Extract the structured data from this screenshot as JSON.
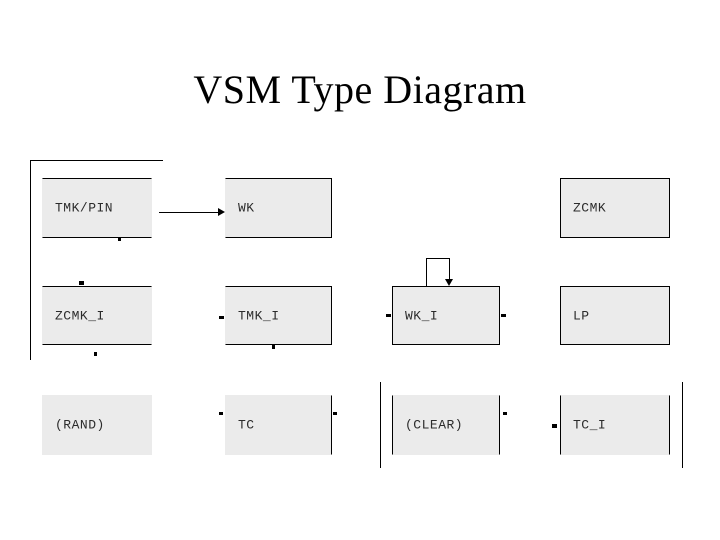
{
  "slide": {
    "title": "VSM Type Diagram",
    "background_color": "#ffffff",
    "title_color": "#000000"
  },
  "diagram": {
    "node_fill": "#ebebeb",
    "node_border_color": "#000000",
    "node_text_color": "#2b2b2b",
    "nodes": [
      {
        "id": "tmk-pin",
        "label": "TMK/PIN",
        "row": 1,
        "col": 1
      },
      {
        "id": "wk",
        "label": "WK",
        "row": 1,
        "col": 2
      },
      {
        "id": "zcmk",
        "label": "ZCMK",
        "row": 1,
        "col": 4
      },
      {
        "id": "zcmk-i",
        "label": "ZCMK_I",
        "row": 2,
        "col": 1
      },
      {
        "id": "tmk-i",
        "label": "TMK_I",
        "row": 2,
        "col": 2
      },
      {
        "id": "wk-i",
        "label": "WK_I",
        "row": 2,
        "col": 3
      },
      {
        "id": "lp",
        "label": "LP",
        "row": 2,
        "col": 4
      },
      {
        "id": "rand",
        "label": "(RAND)",
        "row": 3,
        "col": 1
      },
      {
        "id": "tc",
        "label": "TC",
        "row": 3,
        "col": 2
      },
      {
        "id": "clear",
        "label": "(CLEAR)",
        "row": 3,
        "col": 3
      },
      {
        "id": "tc-i",
        "label": "TC_I",
        "row": 3,
        "col": 4
      }
    ],
    "connectors": [
      {
        "id": "tmkpin-to-wk",
        "from": "tmk-pin",
        "to": "wk",
        "kind": "arrow-right"
      },
      {
        "id": "wki-self-loop",
        "from": "wk-i",
        "to": "wk-i",
        "kind": "self-loop-top"
      },
      {
        "id": "left-bus",
        "from": "tmk-pin",
        "to": "zcmk-i",
        "kind": "vertical-bus"
      },
      {
        "id": "mid-bus",
        "from": "clear",
        "to": "clear",
        "kind": "vertical-bus"
      },
      {
        "id": "right-bus",
        "from": "tc-i",
        "to": "tc-i",
        "kind": "vertical-bus"
      }
    ]
  }
}
